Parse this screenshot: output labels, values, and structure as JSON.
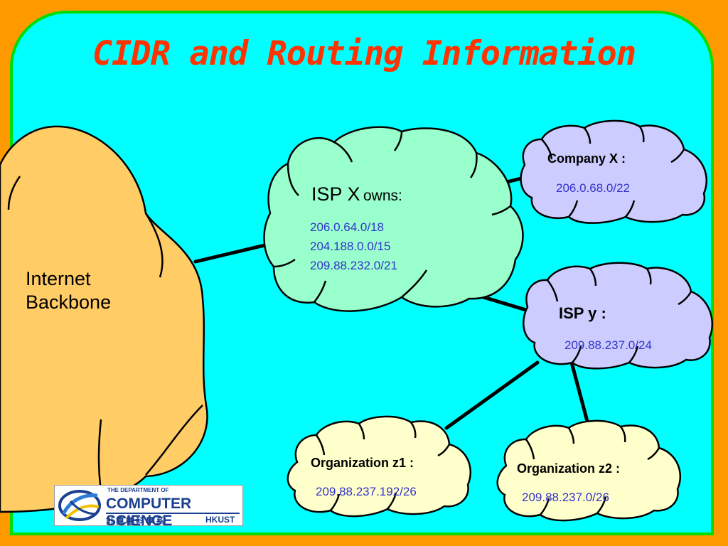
{
  "title": "CIDR and Routing Information",
  "colors": {
    "background": "#FF9900",
    "slide": "#00FFFF",
    "slide_border": "#00DD00",
    "title": "#FF3300",
    "address": "#3333CC",
    "backbone_cloud": "#FFCC66",
    "ispx_cloud": "#99FFCC",
    "purple_cloud": "#CCCCFF",
    "org_cloud": "#FFFFCC"
  },
  "nodes": {
    "backbone": {
      "name_line1": "Internet",
      "name_line2": "Backbone"
    },
    "isp_x": {
      "name": "ISP X",
      "suffix": "owns:",
      "addresses": [
        "206.0.64.0/18",
        "204.188.0.0/15",
        "209.88.232.0/21"
      ]
    },
    "company_x": {
      "name": "Company X :",
      "address": "206.0.68.0/22"
    },
    "isp_y": {
      "name": "ISP y :",
      "address": "209.88.237.0/24"
    },
    "org_z1": {
      "name": "Organization z1 :",
      "address": "209.88.237.192/26"
    },
    "org_z2": {
      "name": "Organization z2 :",
      "address": "209.88.237.0/26"
    }
  },
  "logo": {
    "small_text": "THE DEPARTMENT OF",
    "main_text": "COMPUTER SCIENCE",
    "chinese_text": "計算機科學系",
    "school": "HKUST",
    "icon": "hkust-swirl-logo-icon"
  }
}
